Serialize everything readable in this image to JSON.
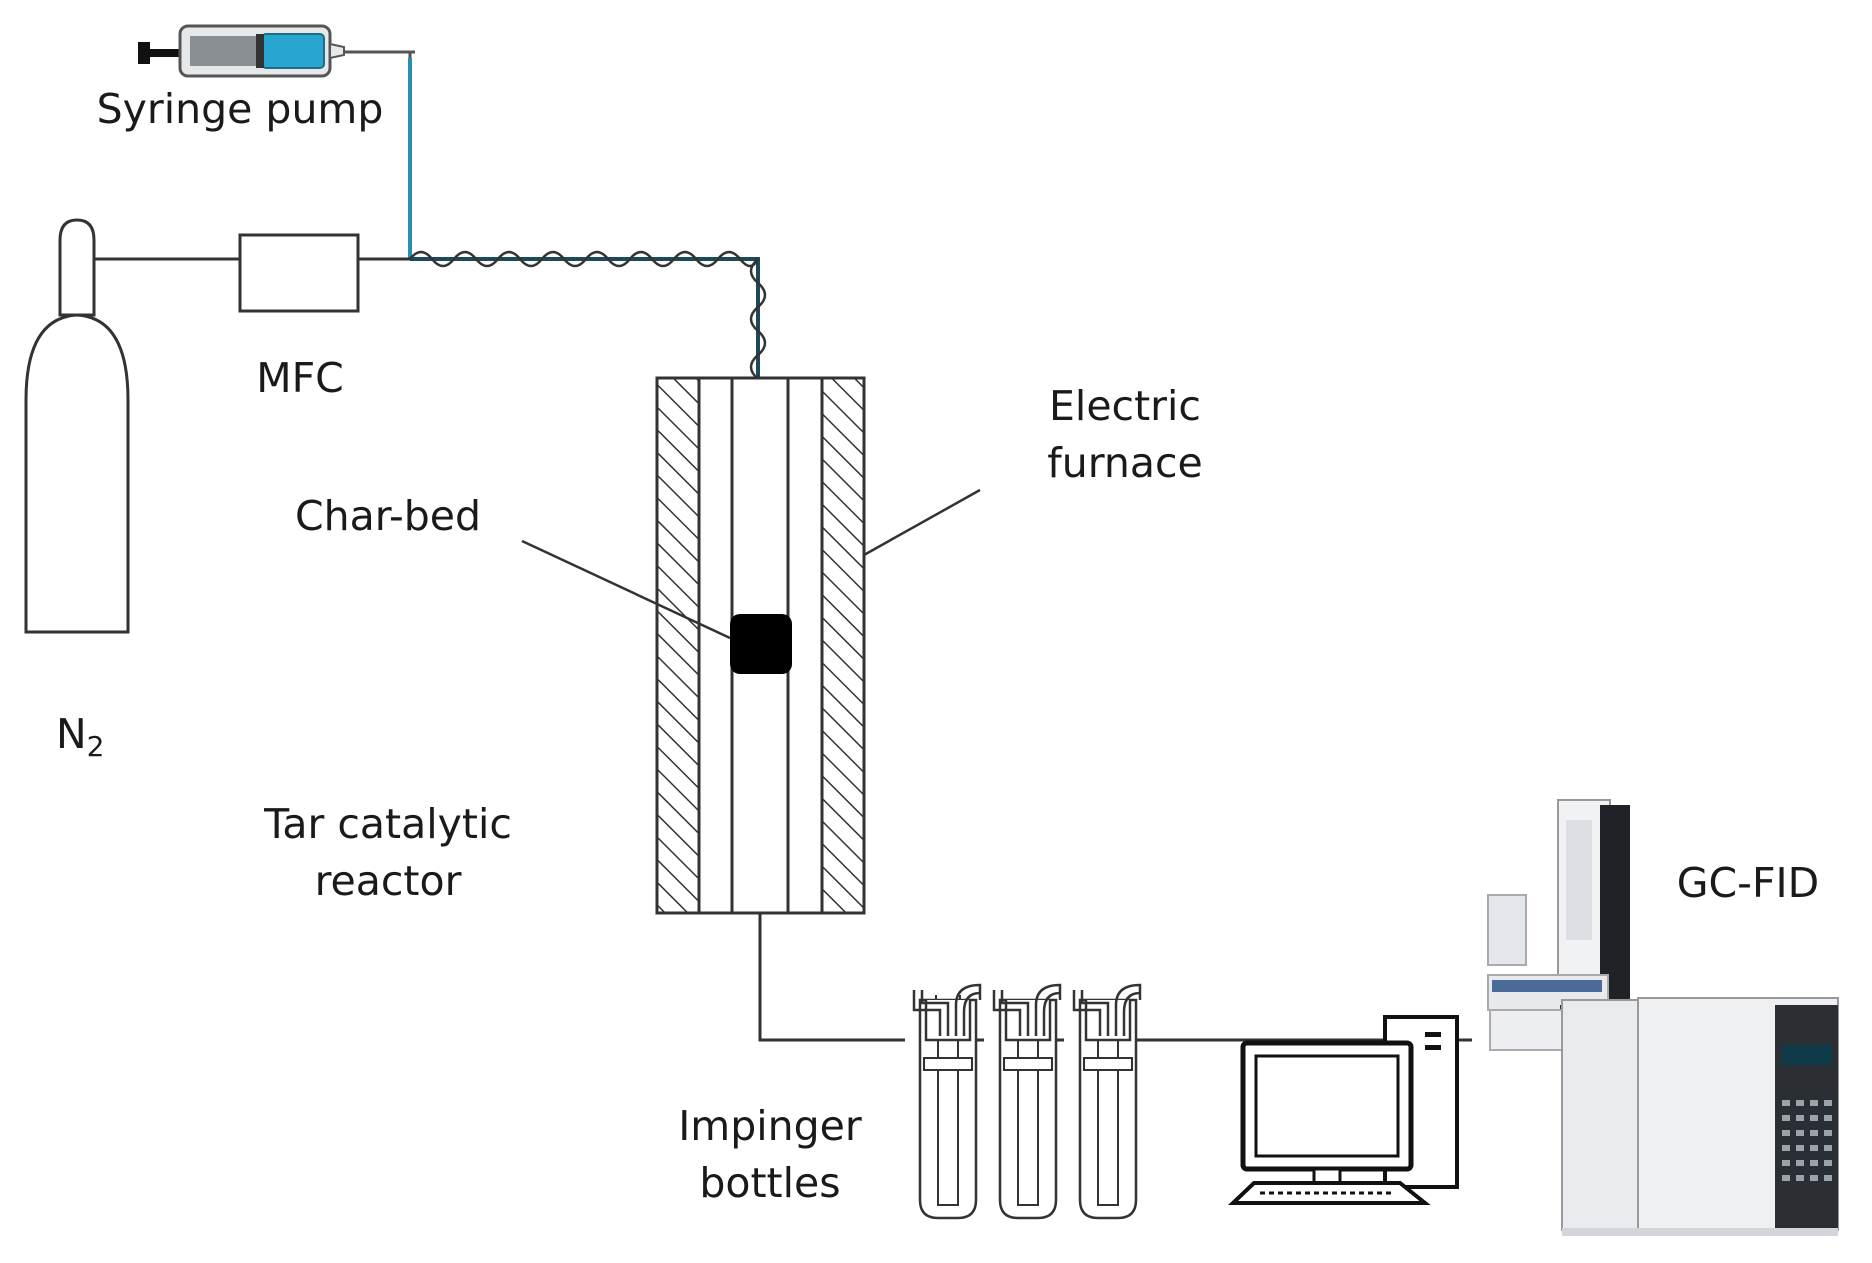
{
  "labels": {
    "syringe_pump": "Syringe pump",
    "mfc": "MFC",
    "n2_base": "N",
    "n2_sub": "2",
    "char_bed": "Char-bed",
    "electric_furnace_1": "Electric",
    "electric_furnace_2": "furnace",
    "tar_reactor_1": "Tar catalytic",
    "tar_reactor_2": "reactor",
    "impinger_1": "Impinger",
    "impinger_2": "bottles",
    "gc_fid": "GC-FID"
  },
  "colors": {
    "line": "#333333",
    "liquid_line": "#2a8fb0",
    "syringe_liquid": "#29a6cf",
    "char_bed": "#000000",
    "gc_body": "#e9ebee",
    "gc_dark": "#2b2f33"
  }
}
